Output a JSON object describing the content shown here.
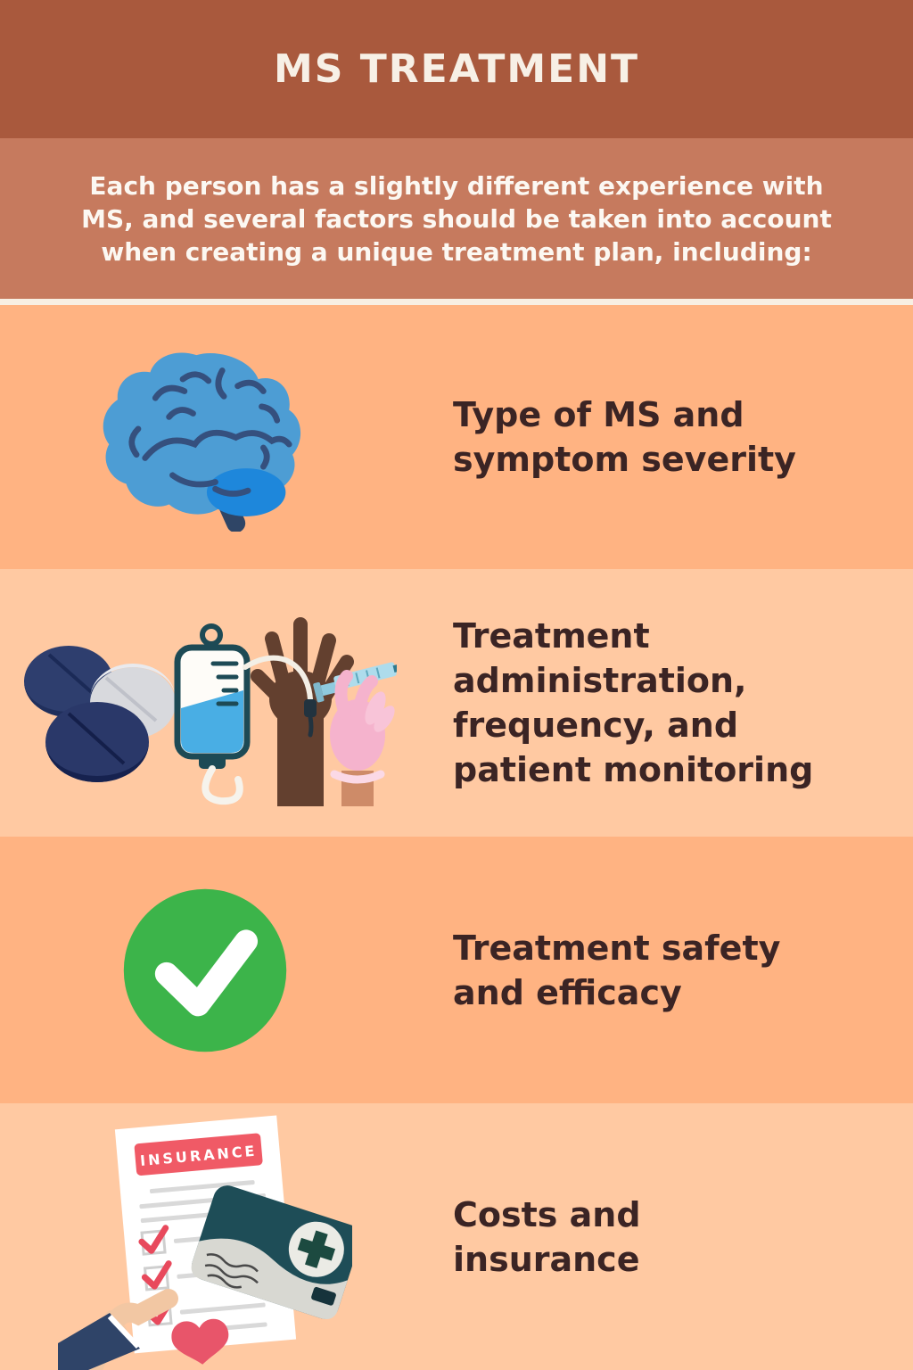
{
  "header": {
    "title": "MS TREATMENT"
  },
  "intro": {
    "text": "Each person has a slightly different experience with\nMS, and several factors should be taken into account\nwhen creating a unique treatment plan, including:"
  },
  "rows": [
    {
      "icon": "brain-icon",
      "label": "Type of MS and\nsymptom severity"
    },
    {
      "icon": "medication-administration-icon",
      "label": "Treatment\nadministration,\nfrequency, and\npatient monitoring"
    },
    {
      "icon": "checkmark-icon",
      "label": "Treatment safety\nand efficacy"
    },
    {
      "icon": "insurance-icon",
      "label": "Costs and\ninsurance"
    }
  ],
  "insurance_doc": {
    "banner": "INSURANCE"
  },
  "colors": {
    "header_bg": "#A9593D",
    "intro_bg": "#C67A5E",
    "divider": "#F8EFE3",
    "row_odd_bg": "#FFB382",
    "row_even_bg": "#FFC9A2",
    "heading_text": "#F7F0E6",
    "body_text": "#3B2424",
    "brain_blue": "#4D9DD4",
    "brain_line_blue": "#35507E",
    "cerebellum_blue": "#1E87DB",
    "check_green": "#3CB44A",
    "insurance_red": "#F05A66",
    "card_teal": "#1E4D57",
    "glove_pink": "#F5B3CD",
    "pill_navy": "#2E3E6E"
  }
}
